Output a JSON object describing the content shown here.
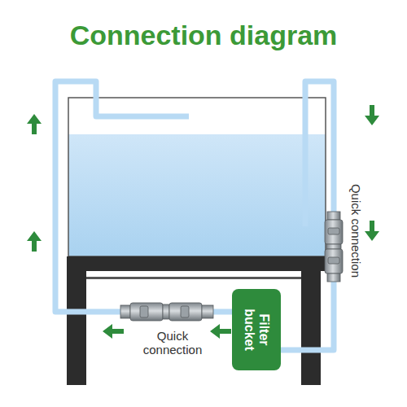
{
  "diagram": {
    "title": "Connection diagram",
    "nodes": [
      {
        "text": [
          "Filter bucket"
        ]
      }
    ],
    "labels": [
      "Quick connection",
      "Quick connection"
    ]
  }
}
